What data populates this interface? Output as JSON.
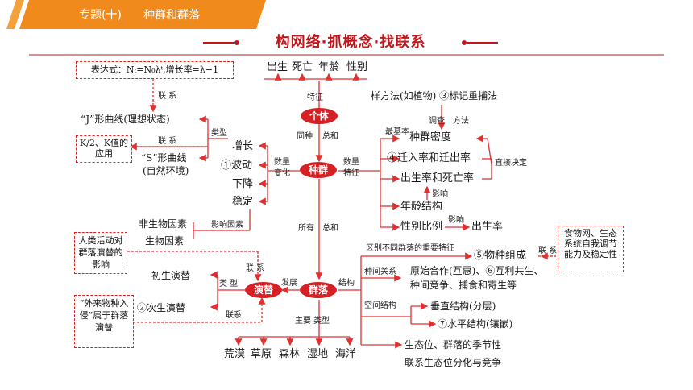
{
  "header": {
    "chapter": "专题(十)",
    "topic": "种群和群落"
  },
  "title": "构网络·抓概念·找联系",
  "colors": {
    "orange": "#f08a1c",
    "red": "#d52124",
    "line": "#e03030"
  },
  "nodes": {
    "individual": "个体",
    "population": "种群",
    "community": "群落",
    "succession": "演替",
    "ind_props": [
      "出生",
      "死亡",
      "年龄",
      "性别"
    ],
    "formula": "表达式：Nₜ=N₀λᵗ,增长率=λ−1",
    "j_curve": "“J”形曲线(理想状态)",
    "k_box": "K/2、K值的应用",
    "s_curve_1": "“S”形曲线",
    "s_curve_2": "(自然环境)",
    "growth": "增长",
    "fluctuate": "①波动",
    "decline": "下降",
    "stable": "稳定",
    "abiotic": "非生物因素",
    "biotic": "生物因素",
    "human_box": "人类活动对群落演替的影响",
    "primary": "初生演替",
    "secondary": "②次生演替",
    "invasion_box": "“外来物种入侵”属于群落演替",
    "sampling": "样方法(如植物)  ③标记重捕法",
    "density": "种群密度",
    "migration": "④迁入率和迁出率",
    "birth_death": "出生率和死亡率",
    "age": "年龄结构",
    "sex_ratio": "性别比例",
    "birth_rate": "出生率",
    "composition": "⑤物种组成",
    "foodweb_box": "食物网、生态系统自我调节能力及稳定性",
    "interactions_1": "原始合作(互惠)、⑥互利共生、",
    "interactions_2": "种间竞争、捕食和寄生等",
    "vertical": "垂直结构(分层)",
    "horizontal": "⑦水平结构(镶嵌)",
    "niche_1": "生态位、群落的季节性",
    "niche_2": "联系生态位分化与竞争",
    "types": [
      "荒漠",
      "草原",
      "森林",
      "湿地",
      "海洋"
    ]
  },
  "labels": {
    "feature": "特征",
    "same_species": "同种",
    "total1": "总和",
    "all": "所有",
    "total2": "总和",
    "relation1": "联  系",
    "relation2": "联  系",
    "type1": "类型",
    "qty_change_1": "数量",
    "qty_change_2": "变化",
    "qty_feature_1": "数量",
    "qty_feature_2": "特征",
    "influence": "影响因素",
    "basic": "最基本",
    "survey": "调查",
    "method": "方法",
    "direct": "直接决定",
    "affect1": "影响",
    "affect2": "影响",
    "distinguish": "区别不同群落的重要特征",
    "interspecies": "种间关系",
    "spatial": "空间结构",
    "structure": "结构",
    "develop": "发展",
    "type2": "类  型",
    "relation3": "联  系",
    "relation4": "联系",
    "relation5": "联  系",
    "main_type": "主要  类型"
  }
}
